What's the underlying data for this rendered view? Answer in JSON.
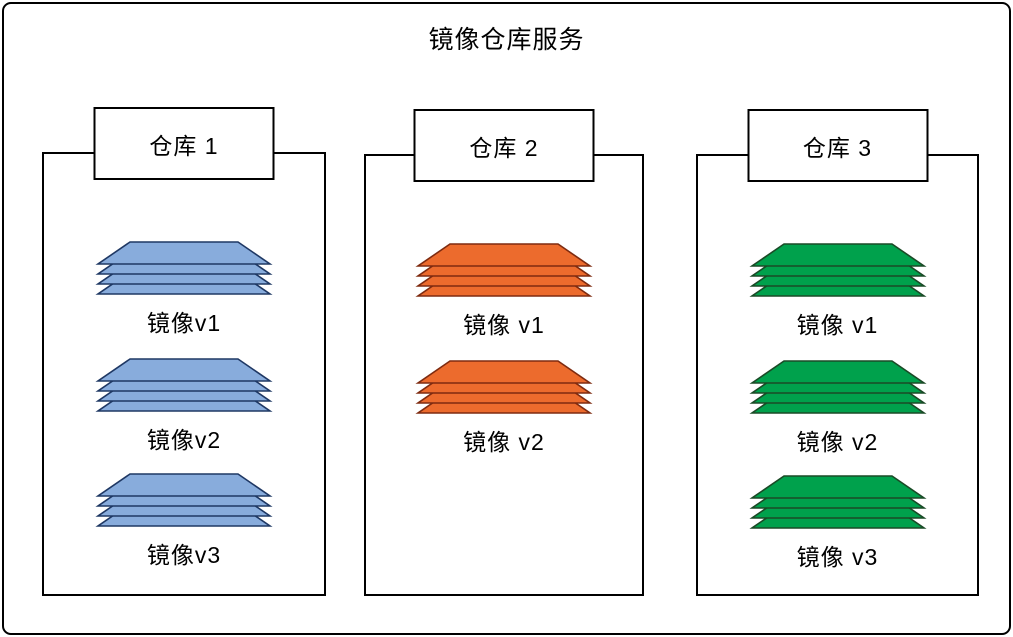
{
  "title": "镜像仓库服务",
  "colors": {
    "background": "#ffffff",
    "outline": "#000000",
    "blue_fill": "#88ACDC",
    "blue_stroke": "#1F3864",
    "orange_fill": "#EC6B2D",
    "orange_stroke": "#7E2B10",
    "green_fill": "#00A14C",
    "green_stroke": "#1A4A26"
  },
  "warehouses": [
    {
      "label": "仓库 1",
      "color": "blue",
      "images": [
        "镜像v1",
        "镜像v2",
        "镜像v3"
      ]
    },
    {
      "label": "仓库 2",
      "color": "orange",
      "images": [
        "镜像 v1",
        "镜像 v2"
      ]
    },
    {
      "label": "仓库 3",
      "color": "green",
      "images": [
        "镜像 v1",
        "镜像 v2",
        "镜像 v3"
      ]
    }
  ]
}
